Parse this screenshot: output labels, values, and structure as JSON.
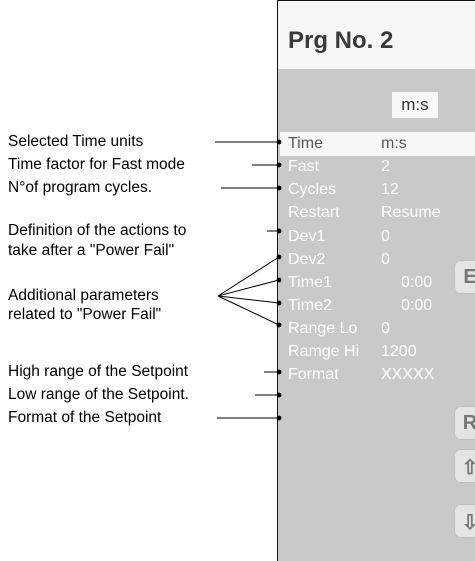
{
  "panel": {
    "title": "Prg No. 2",
    "units_display": "m:s",
    "rows": [
      {
        "name": "Time",
        "value": "m:s"
      },
      {
        "name": "Fast",
        "value": "2"
      },
      {
        "name": "Cycles",
        "value": "12"
      },
      {
        "name": "Restart",
        "value": "Resume"
      },
      {
        "name": "Dev1",
        "value": "0"
      },
      {
        "name": "Dev2",
        "value": "0"
      },
      {
        "name": "Time1",
        "value": "0:00"
      },
      {
        "name": "Time2",
        "value": "0:00"
      },
      {
        "name": "Range Lo",
        "value": "0"
      },
      {
        "name": "Ramge Hi",
        "value": "1200"
      },
      {
        "name": "Format",
        "value": "XXXXX"
      }
    ],
    "buttons": {
      "e": "E",
      "r": "R",
      "up": "⇧",
      "down": "⇩"
    }
  },
  "annotations": {
    "selected_time_units": "Selected Time units",
    "time_factor": "Time factor for Fast mode",
    "program_cycles": "N°of program cycles.",
    "restart_line1": "Definition of the actions to",
    "restart_line2": "take after a  \"Power Fail\"",
    "power_fail_line1": "Additional parameters",
    "power_fail_line2": "related to  \"Power Fail\"",
    "high_range": "High range of the Setpoint",
    "low_range": "Low range of the Setpoint.",
    "format": "Format of the Setpoint"
  }
}
